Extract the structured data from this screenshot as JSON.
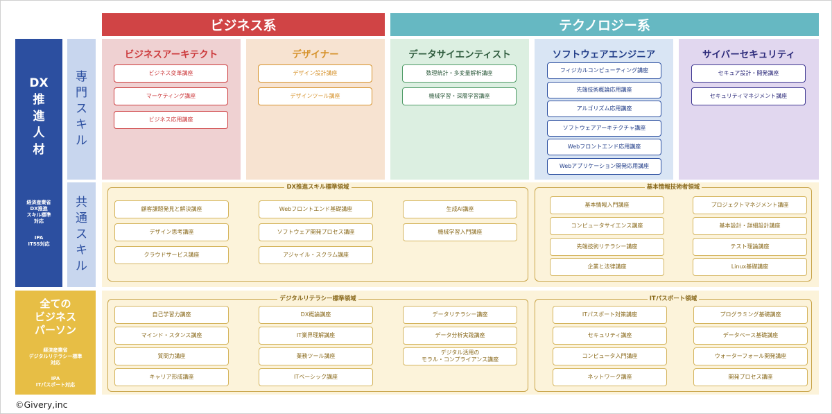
{
  "header": {
    "business": "ビジネス系",
    "technology": "テクノロジー系"
  },
  "left": {
    "dx_title": [
      "DX",
      "推",
      "進",
      "人",
      "材"
    ],
    "dx_note1": [
      "経済産業省",
      "DX推進",
      "スキル標準",
      "対応"
    ],
    "dx_note2": [
      "IPA",
      "ITSS対応"
    ],
    "senmon": [
      "専",
      "門",
      "ス",
      "キ",
      "ル"
    ],
    "kyotsu": [
      "共",
      "通",
      "ス",
      "キ",
      "ル"
    ],
    "all_title": [
      "全ての",
      "ビジネス",
      "パーソン"
    ],
    "all_note1": [
      "経済産業省",
      "デジタルリテラシー標準",
      "対応"
    ],
    "all_note2": [
      "IPA",
      "ITパスポート対応"
    ]
  },
  "columns": [
    {
      "title": "ビジネスアーキテクト",
      "courses": [
        "ビジネス変革講座",
        "マーケティング講座",
        "ビジネス応用講座"
      ]
    },
    {
      "title": "デザイナー",
      "courses": [
        "デザイン設計講座",
        "デザインツール講座"
      ]
    },
    {
      "title": "データサイエンティスト",
      "courses": [
        "数理統計・多変量解析講座",
        "機械学習・深層学習講座"
      ]
    },
    {
      "title": "ソフトウェアエンジニア",
      "courses": [
        "フィジカルコンピューティング講座",
        "先端技術概論応用講座",
        "アルゴリズム応用講座",
        "ソフトウェアアーキテクチャ講座",
        "Webフロントエンド応用講座",
        "Webアプリケーション開発応用講座"
      ]
    },
    {
      "title": "サイバーセキュリティ",
      "courses": [
        "セキュア設計・開発講座",
        "セキュリティマネジメント講座"
      ]
    }
  ],
  "common": {
    "dx_area": {
      "label": "DX推進スキル標準領域",
      "col1": [
        "顧客課題発見と解決講座",
        "デザイン思考講座",
        "クラウドサービス講座"
      ],
      "col2": [
        "Webフロントエンド基礎講座",
        "ソフトウェア開発プロセス講座",
        "アジャイル・スクラム講座"
      ],
      "col3": [
        "生成AI講座",
        "機械学習入門講座"
      ]
    },
    "fe_area": {
      "label": "基本情報技術者領域",
      "col1": [
        "基本情報入門講座",
        "コンピュータサイエンス講座",
        "先端技術リテラシー講座",
        "企業と法律講座"
      ],
      "col2": [
        "プロジェクトマネジメント講座",
        "基本設計・詳細設計講座",
        "テスト理論講座",
        "Linux基礎講座"
      ]
    }
  },
  "all": {
    "literacy_area": {
      "label": "デジタルリテラシー標準領域",
      "col1": [
        "自己学習力講座",
        "マインド・スタンス講座",
        "質問力講座",
        "キャリア形成講座"
      ],
      "col2": [
        "DX概論講座",
        "IT業界理解講座",
        "業務ツール講座",
        "ITベーシック講座"
      ],
      "col3": [
        "データリテラシー講座",
        "データ分析実践講座",
        "デジタル活用の\nモラル・コンプライアンス講座"
      ]
    },
    "passport_area": {
      "label": "ITパスポート領域",
      "col1": [
        "ITパスポート対策講座",
        "セキュリティ講座",
        "コンピュータ入門講座",
        "ネットワーク講座"
      ],
      "col2": [
        "プログラミング基礎講座",
        "データベース基礎講座",
        "ウォーターフォール開発講座",
        "開発プロセス講座"
      ]
    }
  },
  "footer": {
    "copyright": "©Givery,inc"
  }
}
